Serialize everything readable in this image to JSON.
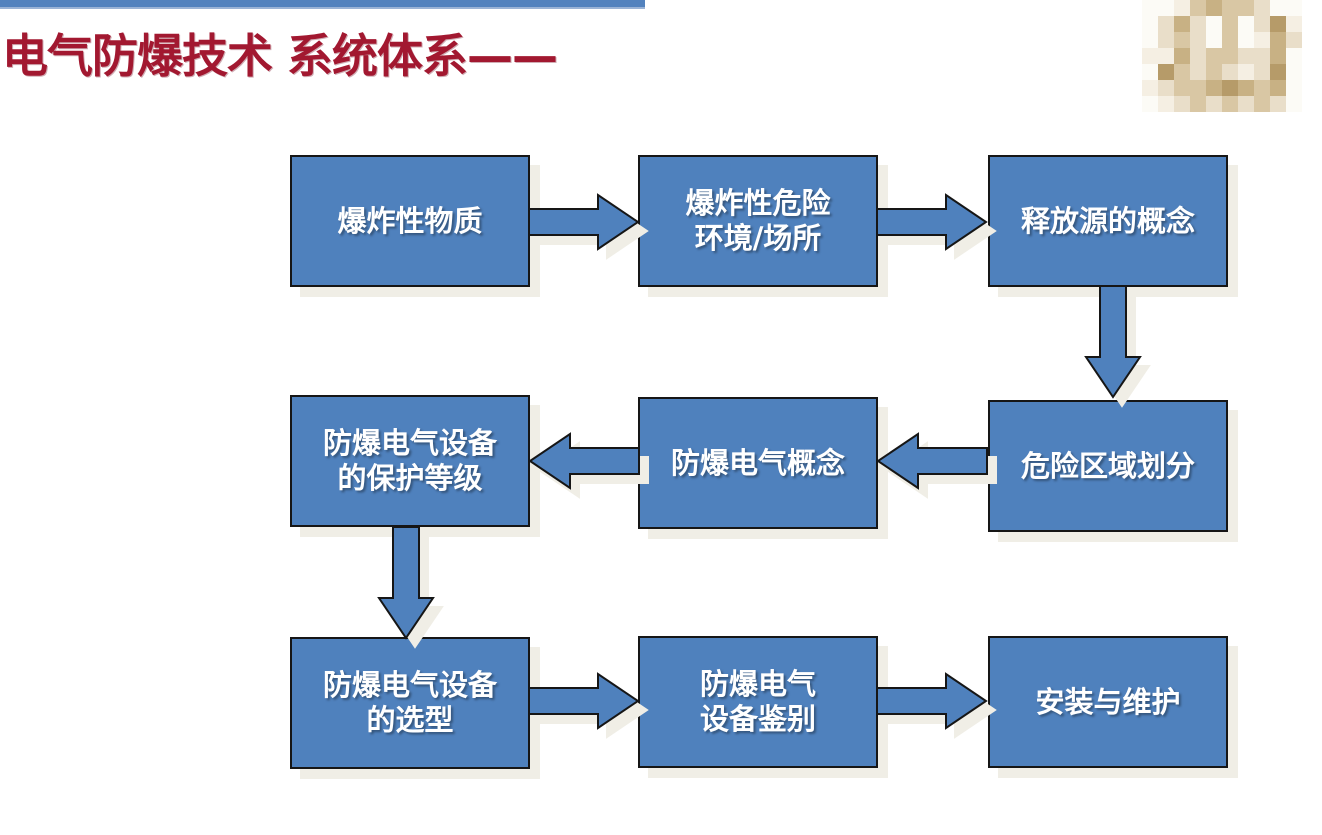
{
  "header": {
    "title": "电气防爆技术 系统体系——",
    "title_color": "#A21830",
    "top_bar_color": "#5282BE",
    "top_bar_underline_color": "#9AB3D6"
  },
  "theme": {
    "box_fill": "#4F81BD",
    "box_border": "#161616",
    "shadow_color": "#F0EEE6",
    "box_text_color": "#FFFFFF",
    "background": "#FFFFFF"
  },
  "logo": {
    "description": "pixelated-blurred-emblem",
    "rows": [
      [
        "#FCFBF6",
        "#FCFBF6",
        "#F5EFE3",
        "#D9C7A4",
        "#C8B184",
        "#D9C7A4",
        "#D9C7A4",
        "#E9DEC9",
        "#FCFBF6",
        "#FCFBF6"
      ],
      [
        "#FCFBF6",
        "#E9DEC9",
        "#C8B184",
        "#E9DEC9",
        "#FCFBF6",
        "#D9C7A4",
        "#FCFBF6",
        "#E9DEC9",
        "#B69B69",
        "#F5EFE3"
      ],
      [
        "#FCFBF6",
        "#E9DEC9",
        "#D9C7A4",
        "#E9DEC9",
        "#FCFBF6",
        "#D9C7A4",
        "#FCFBF6",
        "#F5EFE3",
        "#C8B184",
        "#E9DEC9"
      ],
      [
        "#F5EFE3",
        "#F5EFE3",
        "#C8B184",
        "#E9DEC9",
        "#D9C7A4",
        "#D9C7A4",
        "#E9DEC9",
        "#E9DEC9",
        "#C8B184",
        "#FCFBF6"
      ],
      [
        "#FCFBF6",
        "#B69B69",
        "#D9C7A4",
        "#E9DEC9",
        "#D9C7A4",
        "#E9DEC9",
        "#F5EFE3",
        "#E9DEC9",
        "#B69B69",
        "#FCFBF6"
      ],
      [
        "#F5EFE3",
        "#E9DEC9",
        "#D9C7A4",
        "#D9C7A4",
        "#C8B184",
        "#B69B69",
        "#C8B184",
        "#D9C7A4",
        "#C8B184",
        "#FCFBF6"
      ],
      [
        "#FCFBF6",
        "#F5EFE3",
        "#E9DEC9",
        "#D9C7A4",
        "#E9DEC9",
        "#D9C7A4",
        "#E9DEC9",
        "#D9C7A4",
        "#E9DEC9",
        "#FCFBF6"
      ]
    ]
  },
  "flowchart": {
    "boxes": [
      {
        "id": "explosive-substances",
        "label": "爆炸性物质"
      },
      {
        "id": "explosive-hazardous-environment",
        "label": "爆炸性危险\n环境/场所"
      },
      {
        "id": "release-source-concept",
        "label": "释放源的概念"
      },
      {
        "id": "hazardous-area-classification",
        "label": "危险区域划分"
      },
      {
        "id": "explosion-proof-electrical-concept",
        "label": "防爆电气概念"
      },
      {
        "id": "equipment-protection-level",
        "label": "防爆电气设备\n的保护等级"
      },
      {
        "id": "equipment-selection",
        "label": "防爆电气设备\n的选型"
      },
      {
        "id": "equipment-identification",
        "label": "防爆电气\n设备鉴别"
      },
      {
        "id": "installation-and-maintenance",
        "label": "安装与维护"
      }
    ],
    "arrows": [
      {
        "from": "爆炸性物质",
        "to": "爆炸性危险环境/场所",
        "direction": "right"
      },
      {
        "from": "爆炸性危险环境/场所",
        "to": "释放源的概念",
        "direction": "right"
      },
      {
        "from": "释放源的概念",
        "to": "危险区域划分",
        "direction": "down"
      },
      {
        "from": "危险区域划分",
        "to": "防爆电气概念",
        "direction": "left"
      },
      {
        "from": "防爆电气概念",
        "to": "防爆电气设备的保护等级",
        "direction": "left"
      },
      {
        "from": "防爆电气设备的保护等级",
        "to": "防爆电气设备的选型",
        "direction": "down"
      },
      {
        "from": "防爆电气设备的选型",
        "to": "防爆电气设备鉴别",
        "direction": "right"
      },
      {
        "from": "防爆电气设备鉴别",
        "to": "安装与维护",
        "direction": "right"
      }
    ]
  }
}
